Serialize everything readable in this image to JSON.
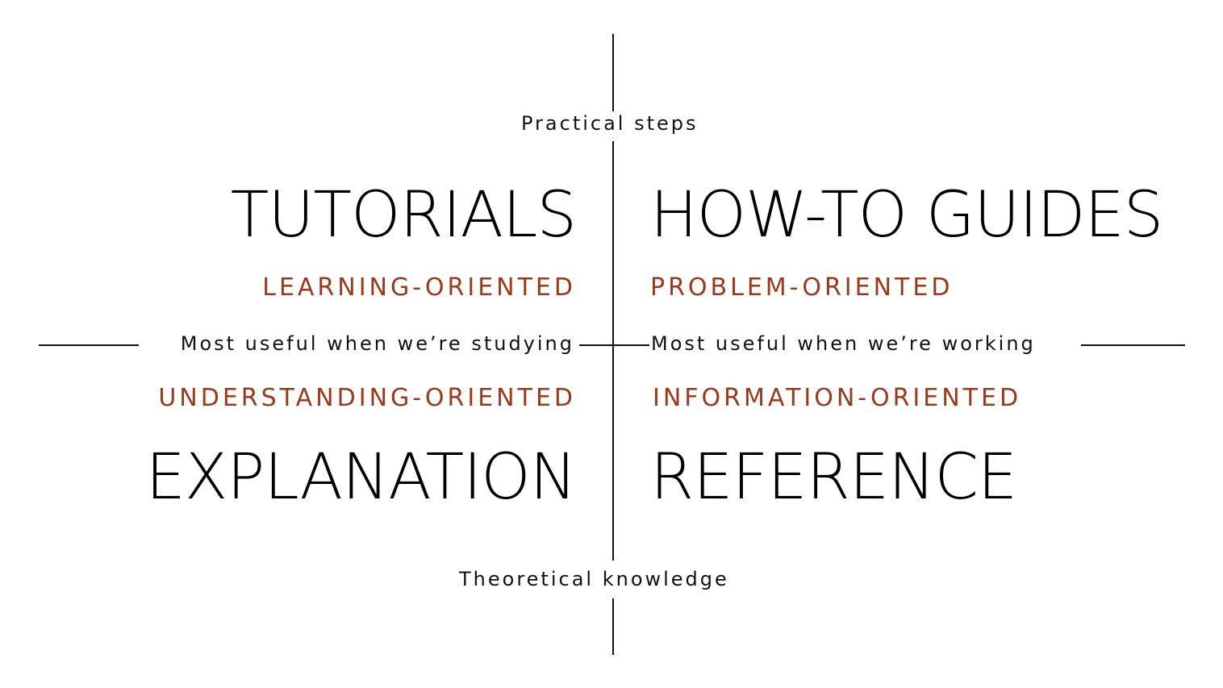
{
  "axes": {
    "top_label": "Practical steps",
    "bottom_label": "Theoretical knowledge",
    "left_label": "Most useful when we’re studying",
    "right_label": "Most useful when we’re working"
  },
  "quadrants": {
    "top_left": {
      "title": "TUTORIALS",
      "orientation": "LEARNING-ORIENTED"
    },
    "top_right": {
      "title": "HOW-TO GUIDES",
      "orientation": "PROBLEM-ORIENTED"
    },
    "bottom_left": {
      "title": "EXPLANATION",
      "orientation": "UNDERSTANDING-ORIENTED"
    },
    "bottom_right": {
      "title": "REFERENCE",
      "orientation": "INFORMATION-ORIENTED"
    }
  },
  "colors": {
    "text": "#111111",
    "accent": "#9a3a1a",
    "background": "#ffffff"
  }
}
